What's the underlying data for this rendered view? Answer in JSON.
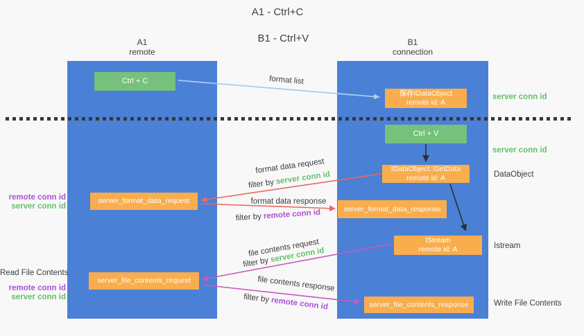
{
  "diagram": {
    "title_line1": "A1 - Ctrl+C",
    "title_line2": "B1 - Ctrl+V"
  },
  "lanes": {
    "a1_name": "A1",
    "a1_role": "remote",
    "b1_name": "B1",
    "b1_role": "connection"
  },
  "nodes": {
    "ctrl_c": "Ctrl + C",
    "ctrl_v": "Ctrl + V",
    "save_dataobject_l1": "保存IDataObject",
    "save_dataobject_l2": "remote id: A",
    "getdata_l1": "IDataObject::GetData",
    "getdata_l2": "remote id: A",
    "istream_l1": "IStream",
    "istream_l2": "remote id: A",
    "server_format_data_request": "server_format_data_request",
    "server_format_data_response": "server_format_data_response",
    "server_file_contents_request": "server_file_contents_request",
    "server_file_contents_response": "server_file_contents_response"
  },
  "flow_labels": {
    "format_list": "format list",
    "format_data_request": "format data request",
    "format_data_response": "format data response",
    "file_contents_request": "file contents request",
    "file_contents_response": "file contents response",
    "filter_by": "filter by",
    "server_conn_id": "server conn id",
    "remote_conn_id": "remote conn id"
  },
  "side_labels": {
    "right_server_conn_id_1": "server conn id",
    "right_server_conn_id_2": "server conn id",
    "dataobject": "DataObject",
    "istream": "Istream",
    "write_file_contents": "Write File Contents",
    "left_remote_conn_id_1": "remote conn id",
    "left_server_conn_id_1": "server conn id",
    "read_file_contents": "Read File Contents",
    "left_remote_conn_id_2": "remote conn id",
    "left_server_conn_id_2": "server conn id"
  },
  "colors": {
    "lane_blue": "#4a80d6",
    "node_green": "#76c17b",
    "node_orange": "#f9ad4d",
    "text_green": "#66bf6c",
    "text_purple": "#ab51d4",
    "arrow_red": "#ec685e",
    "arrow_magenta": "#c859c1",
    "arrow_light_blue": "#a9ceee",
    "arrow_black": "#2f2f2f"
  }
}
